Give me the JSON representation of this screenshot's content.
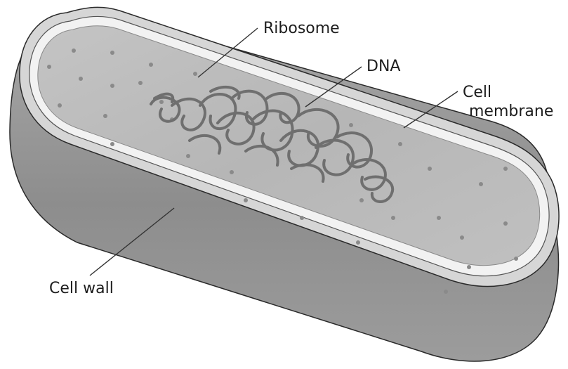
{
  "labels": {
    "ribosome": "Ribosome",
    "dna": "DNA",
    "cell_membrane_line1": "Cell",
    "cell_membrane_line2": "membrane",
    "cell_wall": "Cell wall"
  },
  "colors": {
    "wall_outer": "#8f8f8f",
    "wall_rim": "#d2d2d2",
    "membrane": "#efefef",
    "cytoplasm": "#b9b9b9",
    "dna_strand": "#7c7c7c",
    "leader_line": "#333333",
    "text": "#1d1d1d"
  }
}
